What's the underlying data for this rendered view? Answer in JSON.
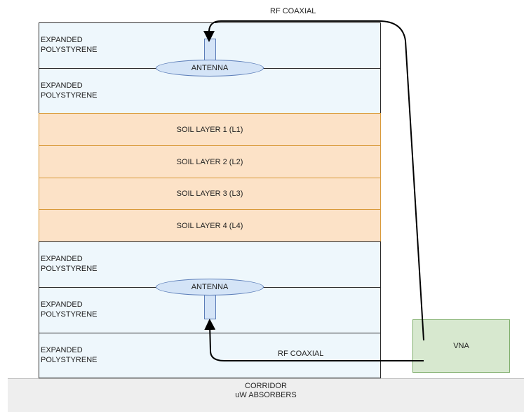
{
  "layers": [
    {
      "label": "EXPANDED\nPOLYSTYRENE"
    },
    {
      "label": "EXPANDED\nPOLYSTYRENE"
    },
    {
      "label": "SOIL LAYER 1 (L1)"
    },
    {
      "label": "SOIL LAYER 2 (L2)"
    },
    {
      "label": "SOIL LAYER 3 (L3)"
    },
    {
      "label": "SOIL LAYER 4 (L4)"
    },
    {
      "label": "EXPANDED\nPOLYSTYRENE"
    },
    {
      "label": "EXPANDED\nPOLYSTYRENE"
    },
    {
      "label": "EXPANDED\nPOLYSTYRENE"
    }
  ],
  "antennas": [
    {
      "label": "ANTENNA"
    },
    {
      "label": "ANTENNA"
    }
  ],
  "cables": [
    {
      "label": "RF COAXIAL"
    },
    {
      "label": "RF COAXIAL"
    }
  ],
  "vna": {
    "label": "VNA"
  },
  "corridor": {
    "line1": "CORRIDOR",
    "line2": "uW ABSORBERS"
  },
  "colors": {
    "polystyrene_fill": "#eef7fc",
    "soil_fill": "#fce2c7",
    "soil_border": "#d99a3a",
    "antenna_fill": "#d4e4f7",
    "vna_fill": "#d7e8cf",
    "corridor_fill": "#eeeeee"
  }
}
